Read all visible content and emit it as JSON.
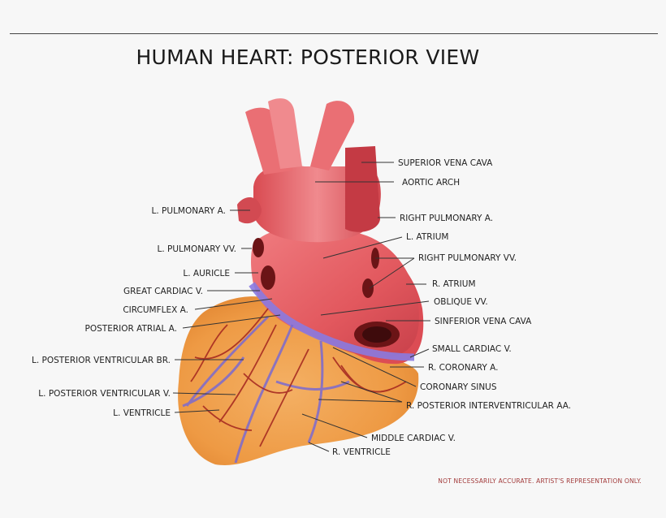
{
  "title": "HUMAN HEART: POSTERIOR VIEW",
  "labels_right": [
    "SUPERIOR VENA CAVA",
    "AORTIC ARCH",
    "RIGHT PULMONARY A.",
    "L. ATRIUM",
    "RIGHT PULMONARY VV.",
    "R. ATRIUM",
    "OBLIQUE VV.",
    "SINFERIOR VENA CAVA",
    "SMALL CARDIAC V.",
    "R. CORONARY A.",
    "CORONARY SINUS",
    "R. POSTERIOR INTERVENTRICULAR AA.",
    "MIDDLE CARDIAC V.",
    "R. VENTRICLE"
  ],
  "labels_left": [
    "L. PULMONARY A.",
    "L. PULMONARY VV.",
    "L. AURICLE",
    "GREAT CARDIAC V.",
    "CIRCUMFLEX A.",
    "POSTERIOR ATRIAL A.",
    "L. POSTERIOR VENTRICULAR BR.",
    "L. POSTERIOR VENTRICULAR V.",
    "L. VENTRICLE"
  ],
  "note": "NOT NECESSARILY ACCURATE. ARTIST'S REPRESENTATION ONLY.",
  "colors": {
    "atria": "#e8585e",
    "vessels": "#e66a6e",
    "ventricle": "#f0a24a",
    "veins": "#7b6ad0",
    "arteries": "#a3241f"
  }
}
